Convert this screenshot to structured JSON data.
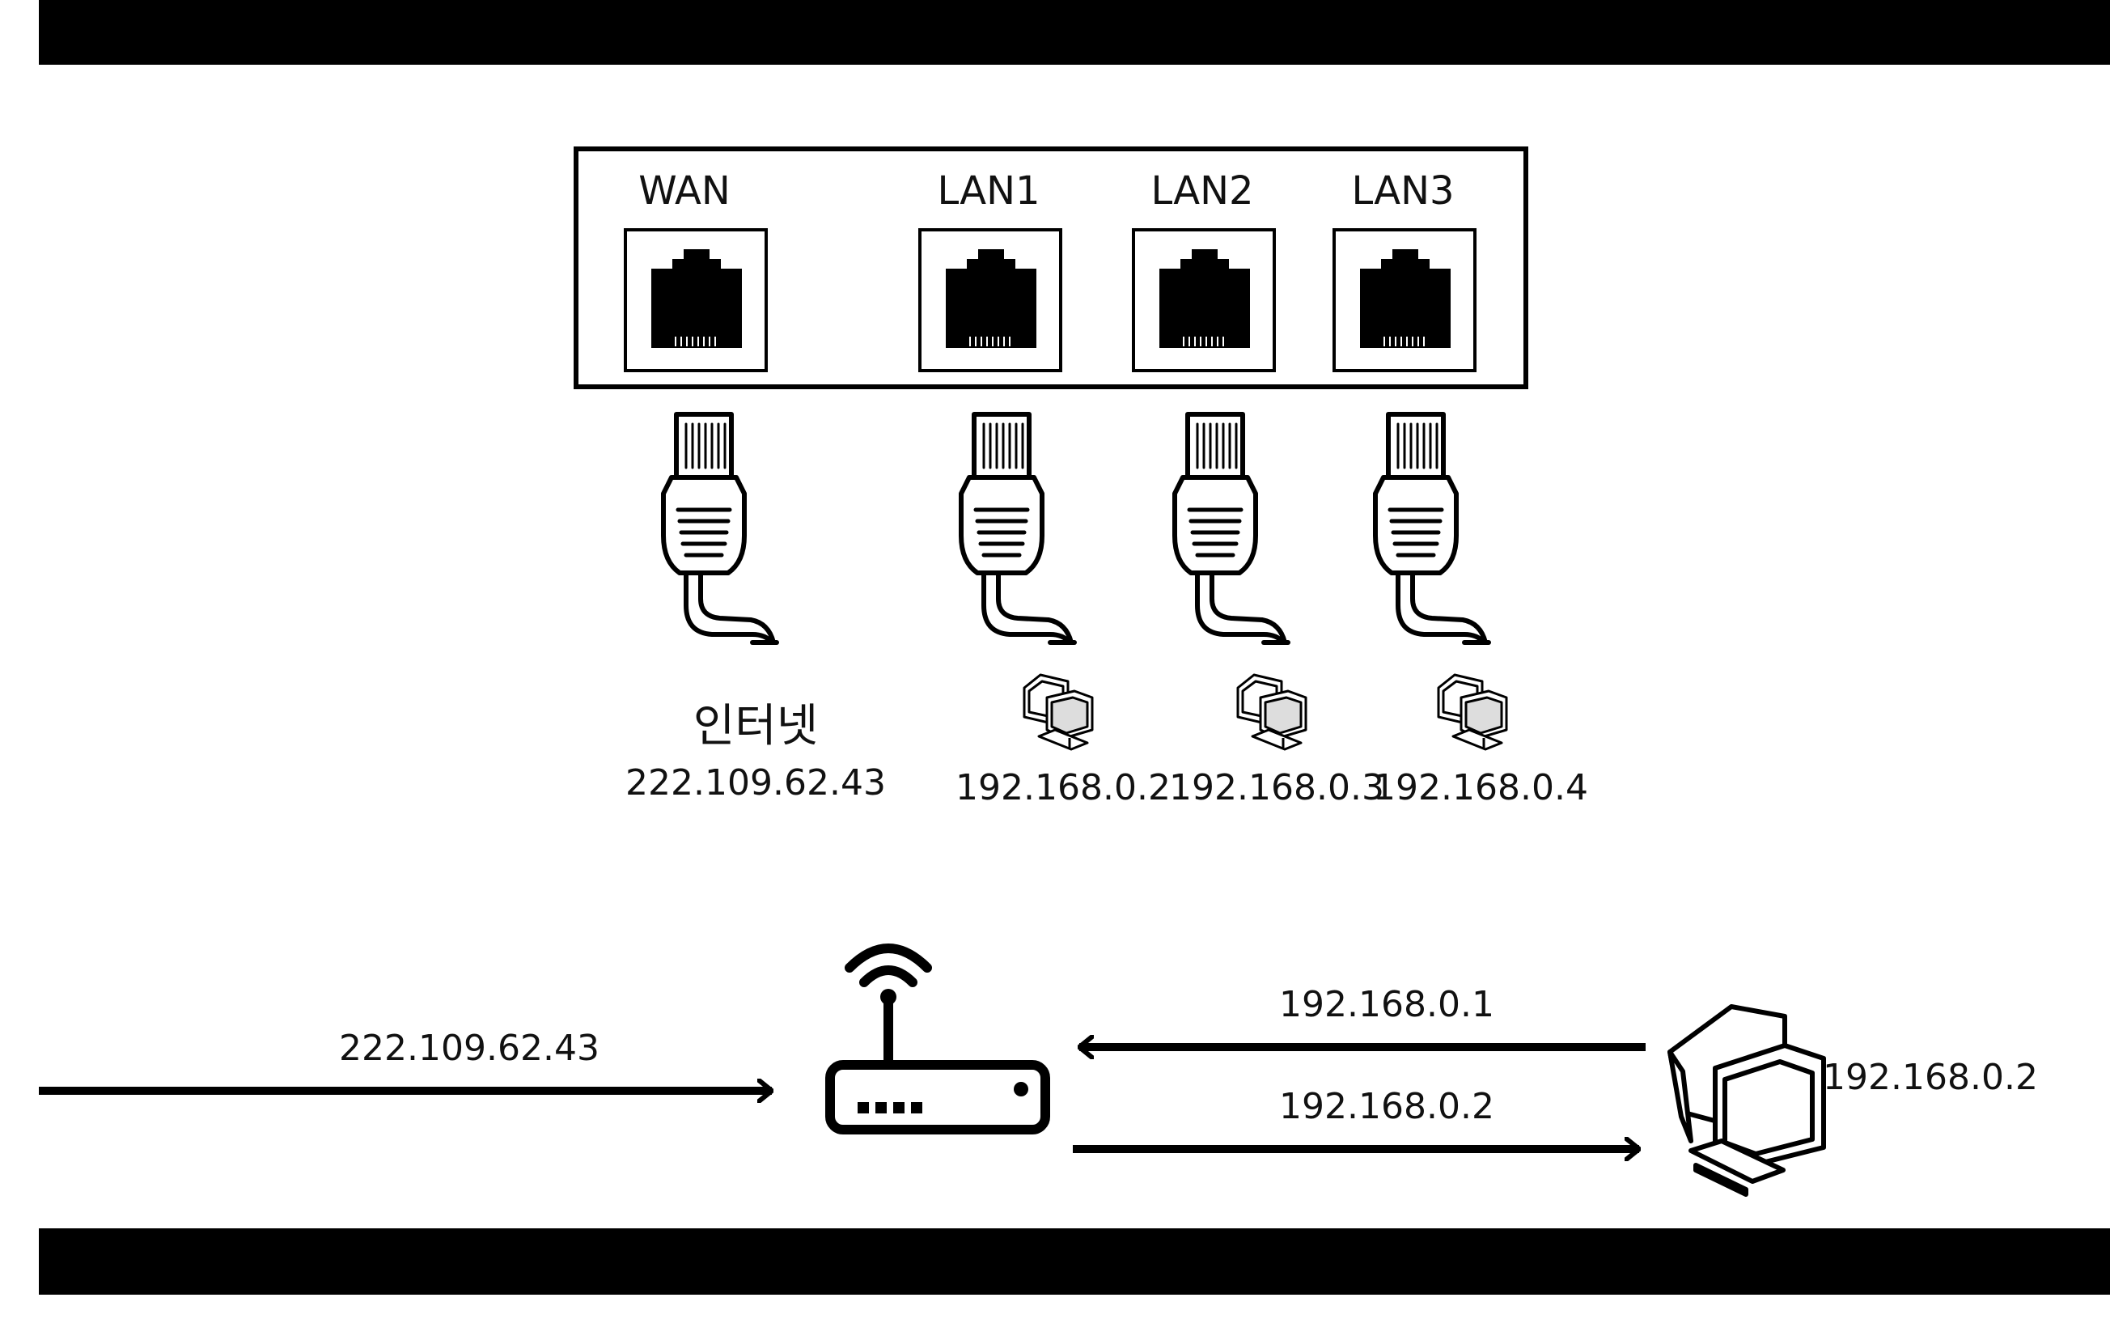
{
  "ports": [
    {
      "label": "WAN"
    },
    {
      "label": "LAN1"
    },
    {
      "label": "LAN2"
    },
    {
      "label": "LAN3"
    }
  ],
  "internet": {
    "label": "인터넷",
    "ip": "222.109.62.43"
  },
  "lan_devices": [
    {
      "ip": "192.168.0.2"
    },
    {
      "ip": "192.168.0.3"
    },
    {
      "ip": "192.168.0.4"
    }
  ],
  "flow": {
    "incoming_ip": "222.109.62.43",
    "router_to_pc_ip": "192.168.0.1",
    "pc_to_router_ip": "192.168.0.2",
    "pc_ip": "192.168.0.2"
  }
}
